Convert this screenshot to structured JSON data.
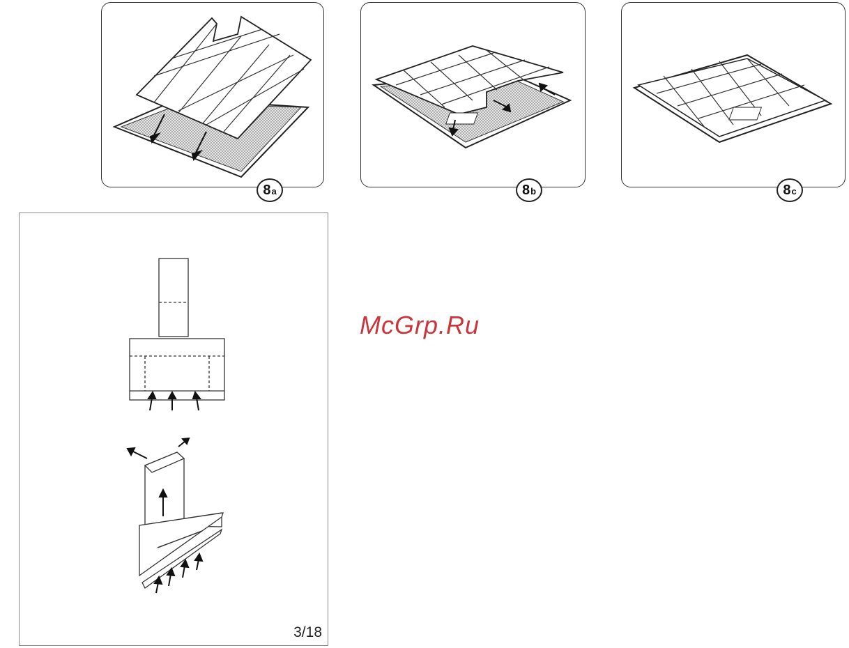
{
  "figures": [
    {
      "label_number": "8",
      "label_letter": "a"
    },
    {
      "label_number": "8",
      "label_letter": "b"
    },
    {
      "label_number": "8",
      "label_letter": "c"
    }
  ],
  "page_number": "3/18",
  "watermark": "McGrp.Ru"
}
